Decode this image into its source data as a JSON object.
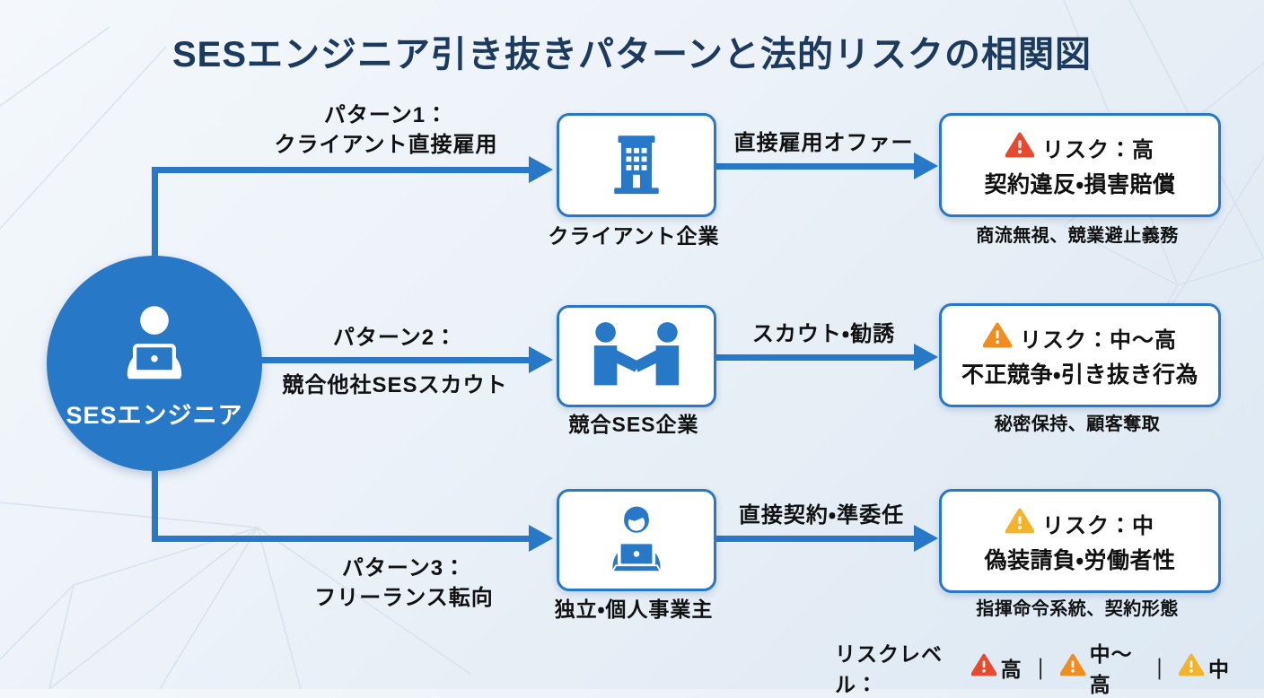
{
  "title": "SESエンジニア引き抜きパターンと法的リスクの相関図",
  "colors": {
    "primary_blue": "#2878c8",
    "title_navy": "#1b3a5e",
    "risk_high": "#e74a2e",
    "risk_mid_high": "#f28c1e",
    "risk_mid": "#f3b32b"
  },
  "actor": {
    "label": "SESエンジニア",
    "icon": "engineer-laptop-icon"
  },
  "patterns": [
    {
      "pattern_line1": "パターン1：",
      "pattern_line2": "クライアント直接雇用",
      "entity": "クライアント企業",
      "entity_icon": "building-icon",
      "action_label": "直接雇用オファー",
      "risk_level": "リスク：高",
      "risk_detail": "契約違反・損害賠償",
      "risk_note": "商流無視、競業避止義務",
      "severity": "high"
    },
    {
      "pattern_line1": "パターン2：",
      "pattern_line2": "競合他社SESスカウト",
      "entity": "競合SES企業",
      "entity_icon": "handshake-icon",
      "action_label": "スカウト・勧誘",
      "risk_level": "リスク：中～高",
      "risk_detail": "不正競争・引き抜き行為",
      "risk_note": "秘密保持、顧客奪取",
      "severity": "mid-high"
    },
    {
      "pattern_line1": "パターン3：",
      "pattern_line2": "フリーランス転向",
      "entity": "独立・個人事業主",
      "entity_icon": "freelancer-laptop-icon",
      "action_label": "直接契約・準委任",
      "risk_level": "リスク：中",
      "risk_detail": "偽装請負・労働者性",
      "risk_note": "指揮命令系統、契約形態",
      "severity": "mid"
    }
  ],
  "legend": {
    "label": "リスクレベル：",
    "separator": "｜",
    "items": [
      {
        "level": "高",
        "severity": "high"
      },
      {
        "level": "中～高",
        "severity": "mid-high"
      },
      {
        "level": "中",
        "severity": "mid"
      }
    ]
  }
}
